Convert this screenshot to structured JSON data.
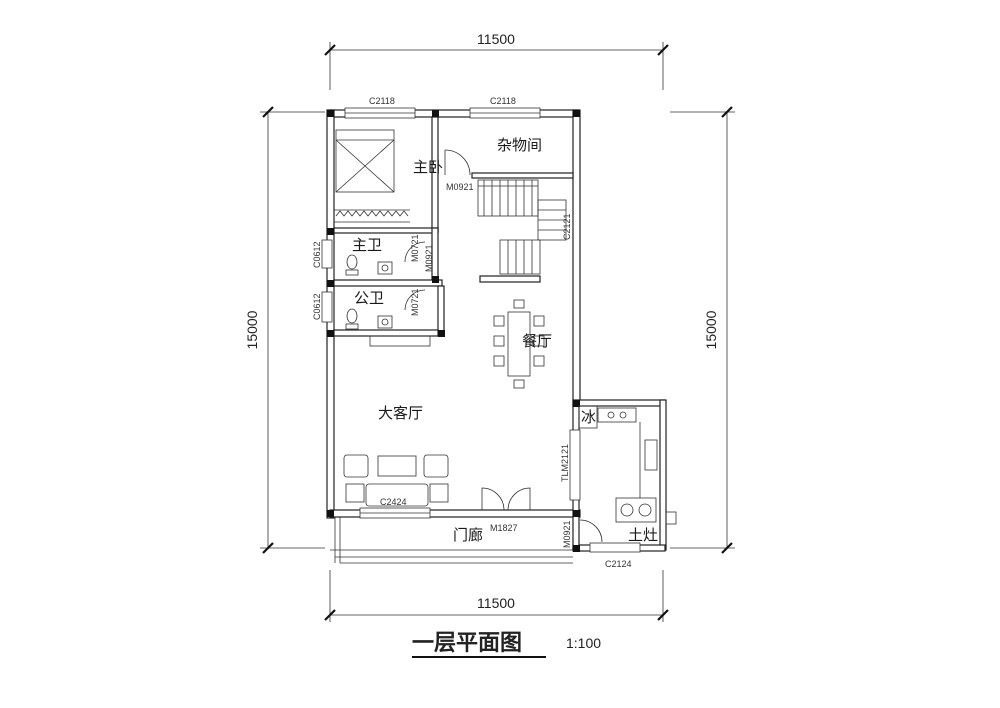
{
  "title": "一层平面图",
  "scale": "1:100",
  "dimensions": {
    "top_width": "11500",
    "bottom_width": "11500",
    "left_height": "15000",
    "right_height": "15000"
  },
  "rooms": {
    "master_bedroom": "主卧",
    "storage": "杂物间",
    "master_bath": "主卫",
    "public_bath": "公卫",
    "dining": "餐厅",
    "living": "大客厅",
    "porch": "门廊",
    "fridge": "冰",
    "stove": "土灶"
  },
  "openings": {
    "c2118_left": "C2118",
    "c2118_right": "C2118",
    "m0921_stair": "M0921",
    "c2121": "C2121",
    "m0721_upper": "M0721",
    "m0921_mid": "M0921",
    "c0612_upper": "C0612",
    "m0721_lower": "M0721",
    "c0612_lower": "C0612",
    "tlm2121": "TLM2121",
    "c2424": "C2424",
    "m1827": "M1827",
    "m0921_kitchen": "M0921",
    "c2124": "C2124"
  }
}
